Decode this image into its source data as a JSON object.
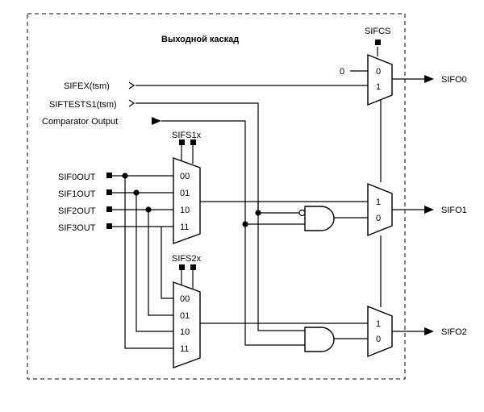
{
  "title": "Выходной каскад",
  "inputs": {
    "sifex": "SIFEX(tsm)",
    "siftests1": "SIFTESTS1(tsm)",
    "comparator": "Comparator Output",
    "sif0out": "SIF0OUT",
    "sif1out": "SIF1OUT",
    "sif2out": "SIF2OUT",
    "sif3out": "SIF3OUT"
  },
  "controls": {
    "sifcs": "SIFCS",
    "sifs1x": "SIFS1x",
    "sifs2x": "SIFS2x"
  },
  "constant_zero": "0",
  "mux4_1": {
    "sel00": "00",
    "sel01": "01",
    "sel10": "10",
    "sel11": "11"
  },
  "mux4_2": {
    "sel00": "00",
    "sel01": "01",
    "sel10": "10",
    "sel11": "11"
  },
  "mux0": {
    "in0": "0",
    "in1": "1"
  },
  "mux1": {
    "in1": "1",
    "in0": "0"
  },
  "mux2": {
    "in1": "1",
    "in0": "0"
  },
  "outputs": {
    "sifo0": "SIFO0",
    "sifo1": "SIFO1",
    "sifo2": "SIFO2"
  }
}
